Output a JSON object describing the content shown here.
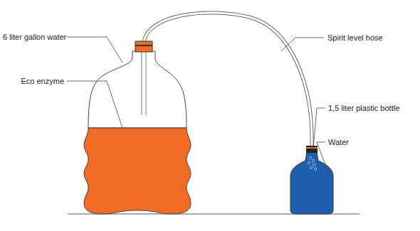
{
  "diagram": {
    "labels": [
      "6 liter gallon water",
      "Eco enzyme",
      "Spirit level hose",
      "1,5 liter plastic bottle",
      "Water"
    ]
  }
}
